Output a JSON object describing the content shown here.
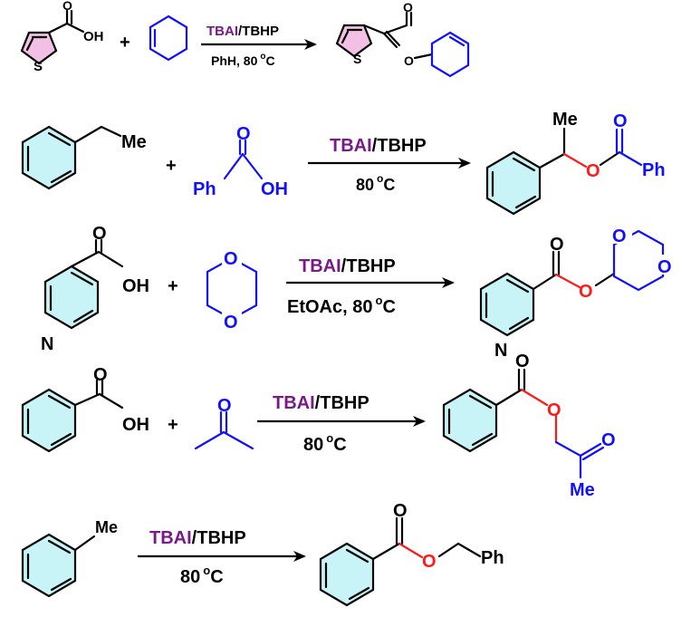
{
  "reactions": [
    {
      "id": "r1",
      "catalyst": "TBAI",
      "oxidant": "/TBHP",
      "conditions": "PhH, 80",
      "temp_unit": "C",
      "temp_sup": "o",
      "labels": {
        "oh": "OH",
        "s_reactant": "S",
        "s_product": "S",
        "o_ester": "O",
        "o_carbonyl_r": "O",
        "o_carbonyl_p": "O",
        "plus": "+"
      }
    },
    {
      "id": "r2",
      "catalyst": "TBAI",
      "oxidant": "/TBHP",
      "conditions": "80",
      "temp_unit": "C",
      "temp_sup": "o",
      "labels": {
        "me_reactant": "Me",
        "me_product": "Me",
        "ph_acid": "Ph",
        "oh": "OH",
        "o_acid": "O",
        "o_ester": "O",
        "o_carbonyl_p": "O",
        "ph_product": "Ph",
        "plus": "+"
      }
    },
    {
      "id": "r3",
      "catalyst": "TBAI",
      "oxidant": "/TBHP",
      "conditions": "EtOAc, 80",
      "temp_unit": "C",
      "temp_sup": "o",
      "labels": {
        "o_acid": "O",
        "oh": "OH",
        "n_reactant": "N",
        "o_diox_top": "O",
        "o_diox_bot": "O",
        "o_carbonyl_p": "O",
        "o_ester": "O",
        "n_product": "N",
        "o_diox_p_top": "O",
        "o_diox_p_bot": "O",
        "plus": "+"
      }
    },
    {
      "id": "r4",
      "catalyst": "TBAI",
      "oxidant": "/TBHP",
      "conditions": "80",
      "temp_unit": "C",
      "temp_sup": "o",
      "labels": {
        "o_acid": "O",
        "oh": "OH",
        "o_acetone": "O",
        "o_carbonyl_p": "O",
        "o_ester": "O",
        "o_ketone_p": "O",
        "me_product": "Me",
        "plus": "+"
      }
    },
    {
      "id": "r5",
      "catalyst": "TBAI",
      "oxidant": "/TBHP",
      "conditions": "80",
      "temp_unit": "C",
      "temp_sup": "o",
      "labels": {
        "me_reactant": "Me",
        "o_carbonyl_p": "O",
        "o_ester": "O",
        "ph_product": "Ph"
      }
    }
  ]
}
